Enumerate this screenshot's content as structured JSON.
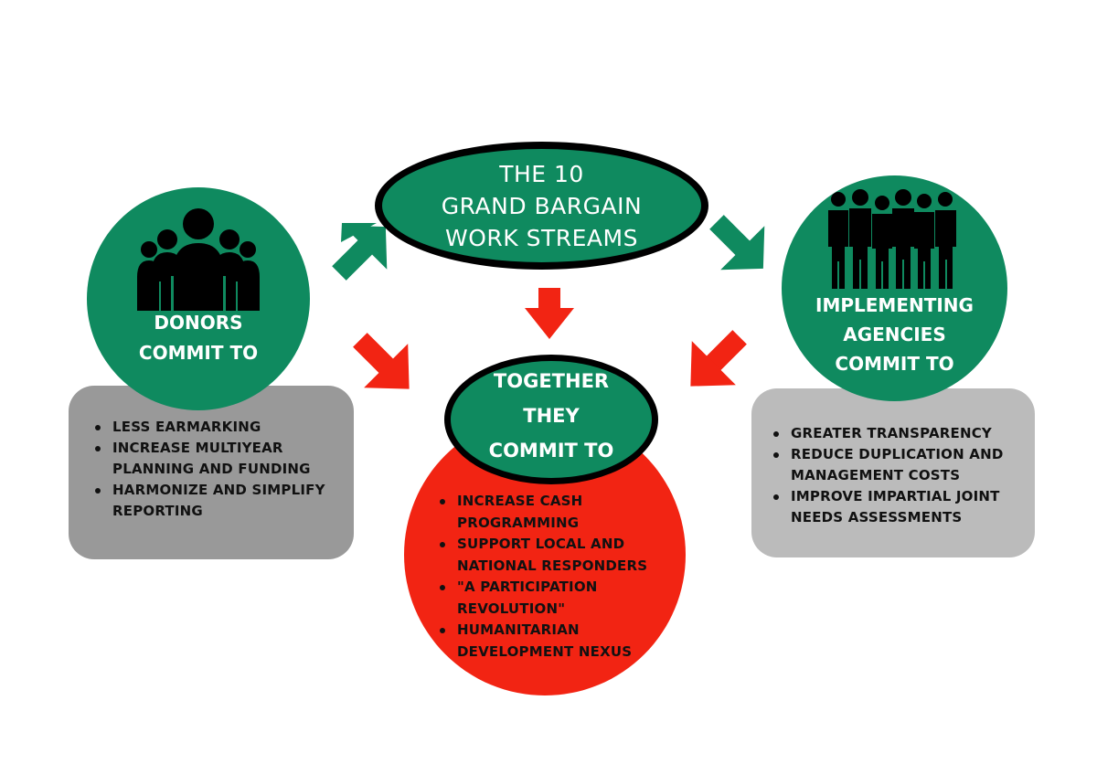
{
  "top": {
    "lines": [
      "THE 10",
      "GRAND BARGAIN",
      "WORK STREAMS"
    ]
  },
  "donors": {
    "label_lines": [
      "DONORS",
      "COMMIT TO"
    ],
    "icon": "people-group-icon",
    "items": [
      "LESS EARMARKING",
      "INCREASE MULTIYEAR PLANNING AND FUNDING",
      "HARMONIZE AND SIMPLIFY REPORTING"
    ]
  },
  "agencies": {
    "label_lines": [
      "IMPLEMENTING",
      "AGENCIES",
      "COMMIT TO"
    ],
    "icon": "people-crowd-icon",
    "items": [
      "GREATER TRANSPARENCY",
      "REDUCE DUPLICATION AND MANAGEMENT COSTS",
      "IMPROVE IMPARTIAL JOINT NEEDS  ASSESSMENTS"
    ]
  },
  "together": {
    "label_lines": [
      "TOGETHER",
      "THEY",
      "COMMIT TO"
    ],
    "items": [
      "INCREASE CASH PROGRAMMING",
      "SUPPORT LOCAL AND NATIONAL RESPONDERS",
      "\"A PARTICIPATION REVOLUTION\"",
      "HUMANITARIAN DEVELOPMENT NEXUS"
    ]
  },
  "colors": {
    "green": "#0f8a5f",
    "red": "#f22413",
    "grey_left": "#999999",
    "grey_right": "#bbbbbb",
    "outline": "#000000"
  }
}
